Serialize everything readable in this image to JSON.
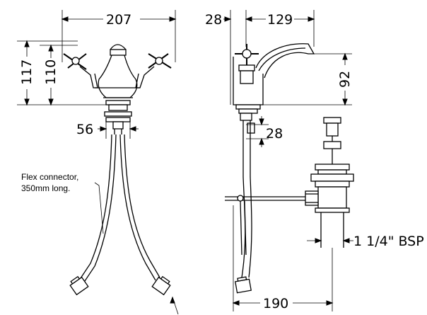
{
  "dimensions": {
    "front_width": "207",
    "front_height_total": "117",
    "front_height_body": "110",
    "front_tail_width": "56",
    "side_depth": "28",
    "side_spout_reach": "129",
    "side_spout_height": "92",
    "side_tail_depth": "28",
    "waste_offset": "190",
    "waste_thread": "1 1/4\" BSP"
  },
  "notes": {
    "flex_line1": "Flex connector,",
    "flex_line2": "350mm long."
  }
}
